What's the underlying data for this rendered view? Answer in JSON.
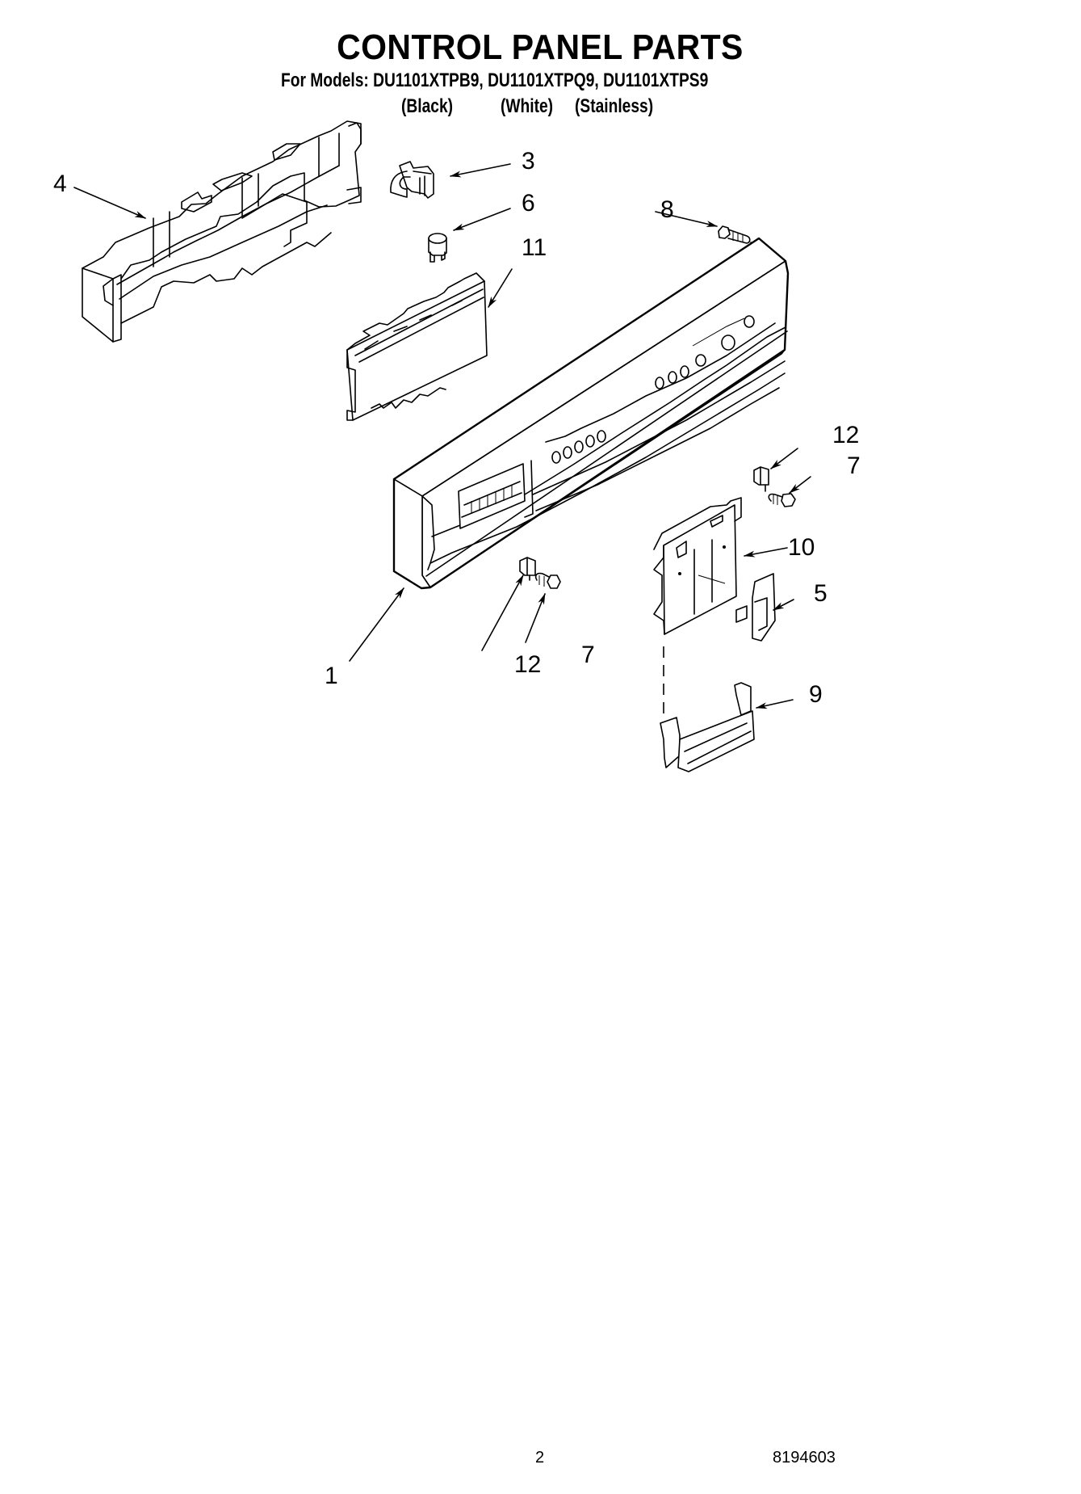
{
  "header": {
    "title": "CONTROL PANEL PARTS",
    "models_line": "For Models: DU1101XTPB9, DU1101XTPQ9, DU1101XTPS9",
    "model_colors": [
      "(Black)",
      "(White)",
      "(Stainless)"
    ]
  },
  "diagram": {
    "callouts": [
      {
        "label": "1",
        "part": "control-panel"
      },
      {
        "label": "3",
        "part": "clip"
      },
      {
        "label": "4",
        "part": "bracket"
      },
      {
        "label": "5",
        "part": "latch"
      },
      {
        "label": "6",
        "part": "plug"
      },
      {
        "label": "7",
        "part": "screw-upper"
      },
      {
        "label": "7",
        "part": "screw-lower"
      },
      {
        "label": "8",
        "part": "screw-panel"
      },
      {
        "label": "9",
        "part": "handle-bracket"
      },
      {
        "label": "10",
        "part": "mounting-plate"
      },
      {
        "label": "11",
        "part": "control-board"
      },
      {
        "label": "12",
        "part": "clip-upper"
      },
      {
        "label": "12",
        "part": "clip-lower"
      }
    ]
  },
  "footer": {
    "page_number": "2",
    "document_number": "8194603"
  }
}
